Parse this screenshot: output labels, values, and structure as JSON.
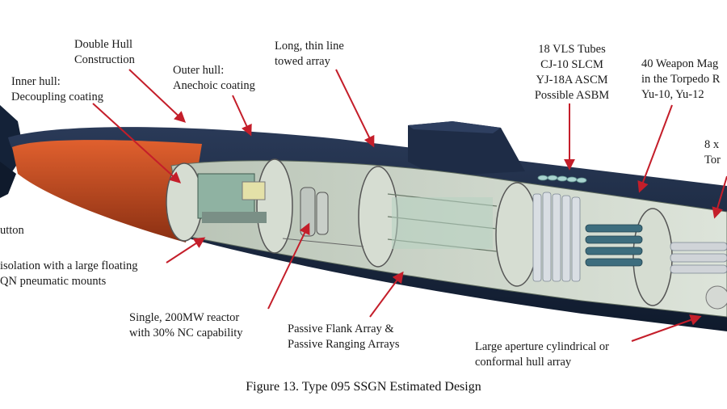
{
  "callouts": {
    "double_hull": "Double Hull\nConstruction",
    "inner_hull": "Inner hull:\nDecoupling coating",
    "outer_hull": "Outer hull:\nAnechoic coating",
    "towed_array": "Long, thin line\ntowed array",
    "vls": "18 VLS Tubes\nCJ-10 SLCM\nYJ-18A ASCM\nPossible ASBM",
    "weapon_mag": "40 Weapon Mag\nin the Torpedo R\nYu-10, Yu-12",
    "torpedo_tubes": "8 x\nTor",
    "button": "utton",
    "isolation": "isolation with a large floating\nQN pneumatic mounts",
    "reactor": "Single, 200MW reactor\nwith 30% NC capability",
    "flank_array": "Passive Flank Array &\nPassive Ranging Arrays",
    "cylindrical_array": "Large aperture cylindrical or\nconformal hull array"
  },
  "caption": "Figure 13. Type 095 SSGN Estimated Design",
  "colors": {
    "hull_dark": "#1c2940",
    "hull_red": "#c2491f",
    "interior": "#c9d3c6",
    "arrow": "#c41e2a"
  }
}
